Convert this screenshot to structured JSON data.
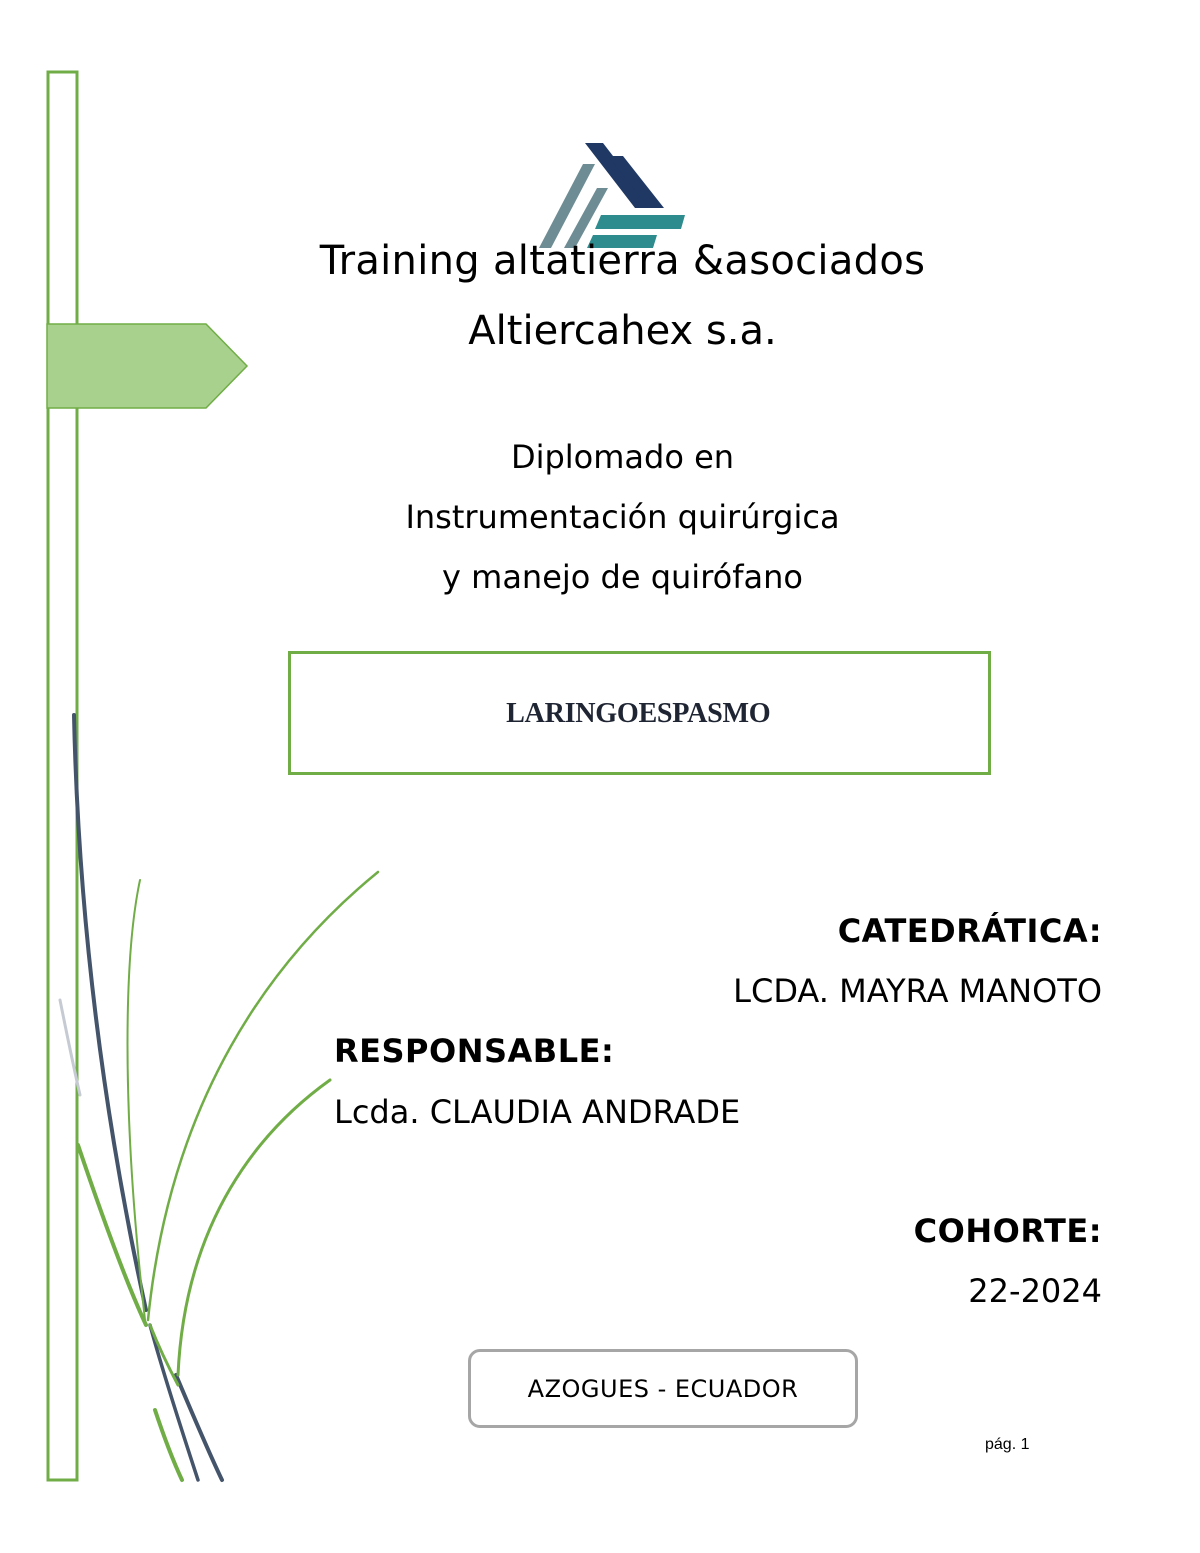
{
  "organization": {
    "name_line1": "Training altatierra &asociados",
    "name_line2": "Altiercahex s.a."
  },
  "program": {
    "line1": "Diplomado en",
    "line2": "Instrumentación quirúrgica",
    "line3": "y manejo de quirófano"
  },
  "document_title": "LARINGOESPASMO",
  "catedratica": {
    "label": "CATEDRÁTICA:",
    "value": "LCDA. MAYRA MANOTO"
  },
  "responsable": {
    "label": "RESPONSABLE:",
    "value": "Lcda. CLAUDIA ANDRADE"
  },
  "cohorte": {
    "label": "COHORTE:",
    "value": "22-2024"
  },
  "location": "AZOGUES - ECUADOR",
  "page_number": "pág. 1",
  "colors": {
    "accent_green": "#70ad47",
    "banner_green": "#a9d18e",
    "logo_navy": "#1f3864",
    "logo_gray": "#6e8c94",
    "logo_teal": "#2e8b8e",
    "grass_navy": "#44546a",
    "location_border": "#a6a6a6"
  }
}
